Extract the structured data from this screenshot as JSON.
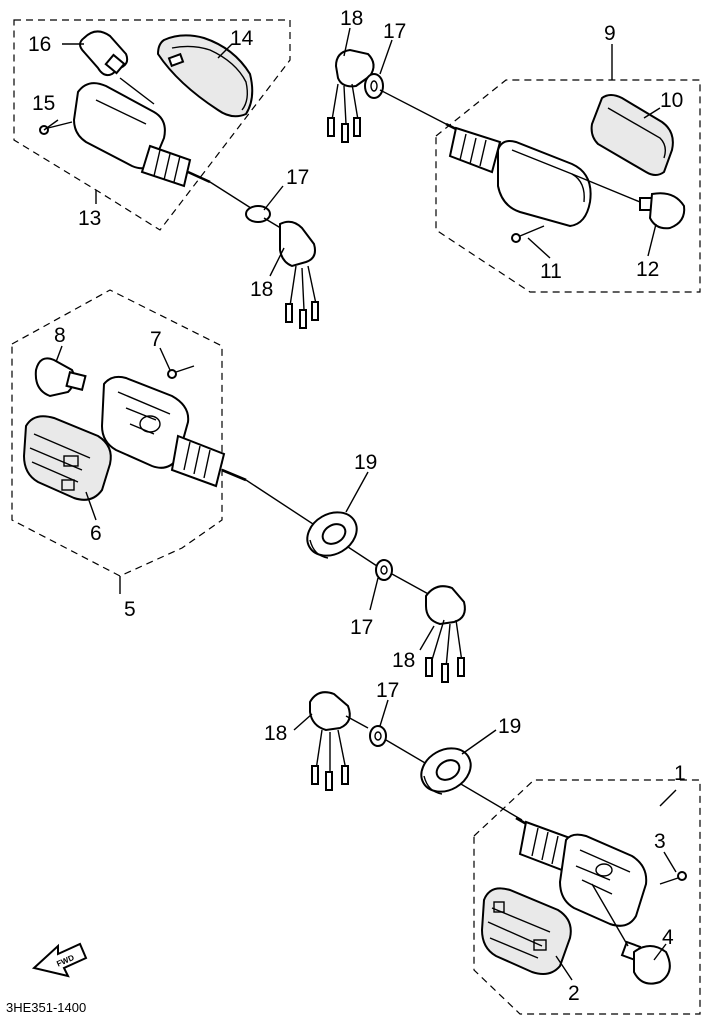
{
  "diagram_code": "3HE351-1400",
  "direction_label": "FWD",
  "callouts": {
    "c1": "1",
    "c2": "2",
    "c3": "3",
    "c4": "4",
    "c5": "5",
    "c6": "6",
    "c7": "7",
    "c8": "8",
    "c9": "9",
    "c10": "10",
    "c11": "11",
    "c12": "12",
    "c13": "13",
    "c14": "14",
    "c15": "15",
    "c16": "16",
    "c17a": "17",
    "c17b": "17",
    "c17c": "17",
    "c17d": "17",
    "c18a": "18",
    "c18b": "18",
    "c18c": "18",
    "c18d": "18",
    "c19a": "19",
    "c19b": "19"
  }
}
